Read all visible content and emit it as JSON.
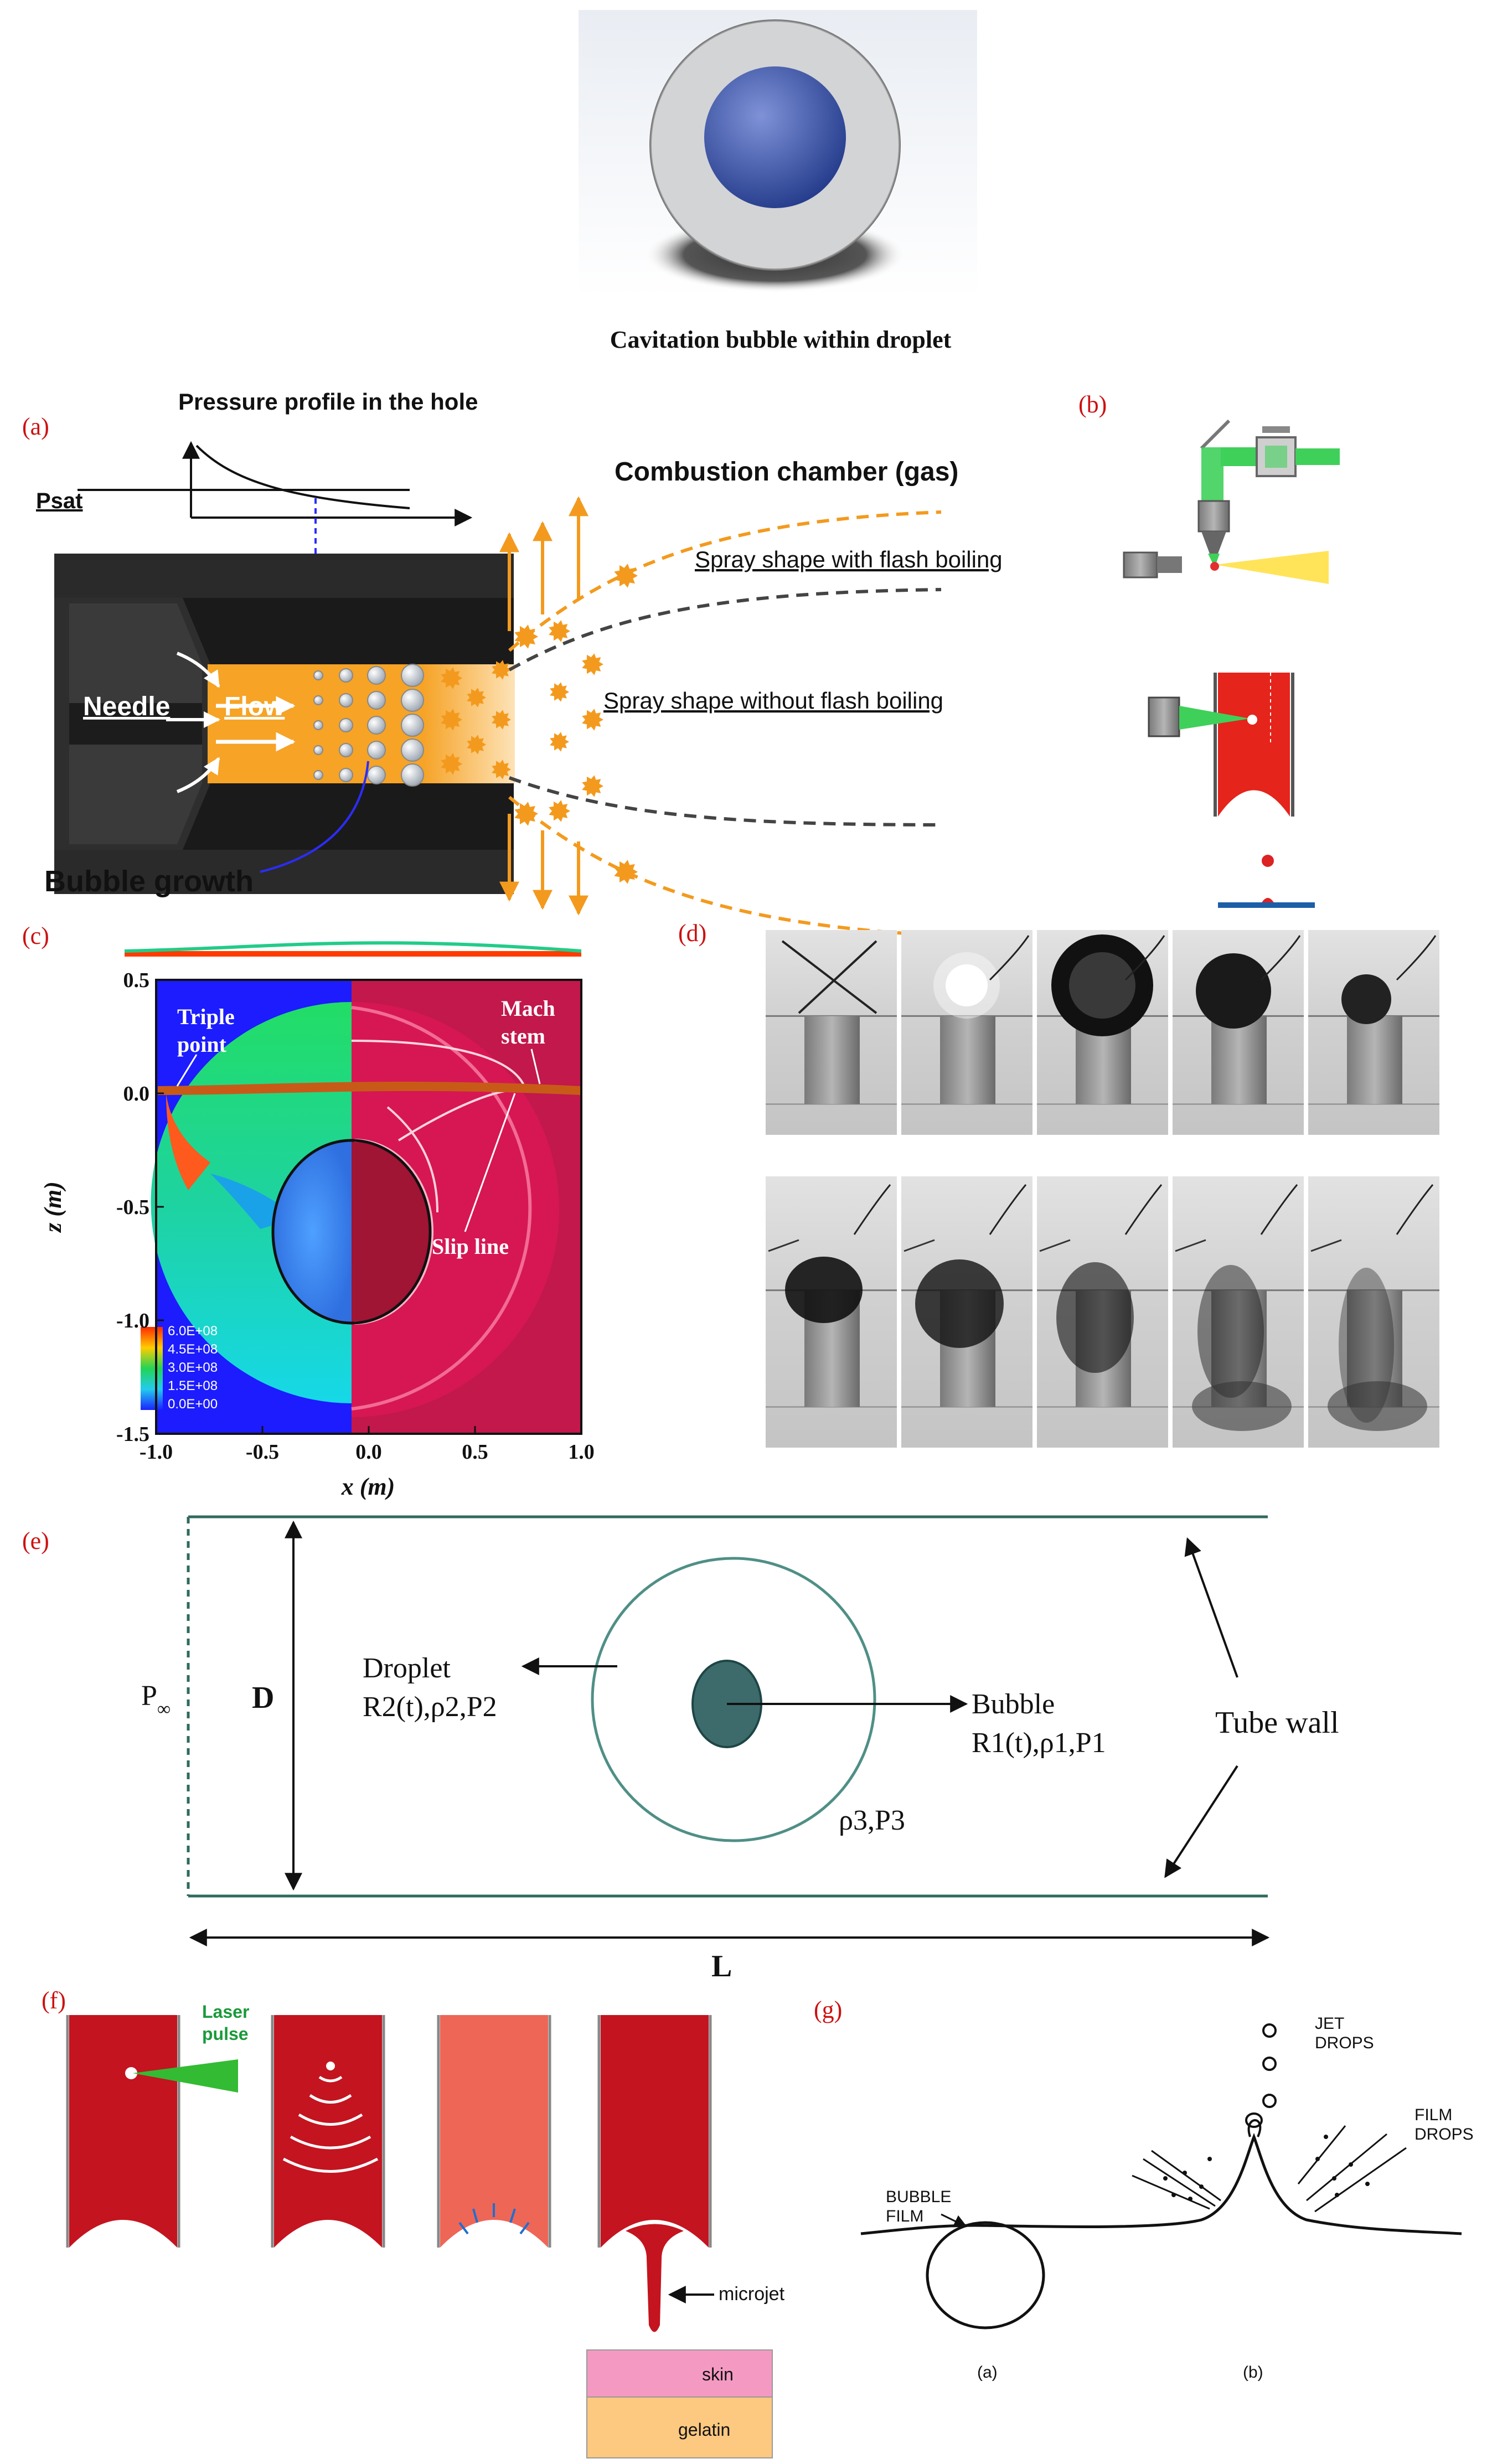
{
  "top": {
    "caption": "Cavitation bubble within droplet"
  },
  "panel_a": {
    "tag": "(a)",
    "pressure_title": "Pressure profile in the hole",
    "psat": "Psat",
    "chamber": "Combustion  chamber (gas)",
    "with_flash": "Spray shape with flash boiling",
    "without_flash": "Spray shape without flash boiling",
    "needle": "Needle",
    "flow": "Flow",
    "bubble_growth": "Bubble growth"
  },
  "panel_b": {
    "tag": "(b)"
  },
  "panel_c": {
    "tag": "(c)",
    "triple_point": [
      "Triple",
      "point"
    ],
    "mach_stem": [
      "Mach",
      "stem"
    ],
    "slip_line": "Slip line",
    "colorbar_labels": [
      "6.0E+08",
      "4.5E+08",
      "3.0E+08",
      "1.5E+08",
      "0.0E+00"
    ],
    "x_ticks": [
      "-1.0",
      "-0.5",
      "0.0",
      "0.5",
      "1.0"
    ],
    "y_ticks": [
      "0.5",
      "0.0",
      "-0.5",
      "-1.0",
      "-1.5"
    ],
    "xlabel": "x (m)",
    "ylabel": "z (m)"
  },
  "panel_d": {
    "tag": "(d)"
  },
  "panel_e": {
    "tag": "(e)",
    "p_inf": "P",
    "p_inf_sub": "∞",
    "D": "D",
    "L": "L",
    "droplet": "Droplet",
    "droplet_sym": "R2(t),ρ2,P2",
    "bubble": "Bubble",
    "bubble_sym": "R1(t),ρ1,P1",
    "tube_wall": "Tube wall",
    "medium_sym": "ρ3,P3"
  },
  "panel_f": {
    "tag": "(f)",
    "laser": [
      "Laser",
      "pulse"
    ],
    "microjet": "microjet",
    "skin": "skin",
    "gelatin": "gelatin"
  },
  "panel_g": {
    "tag": "(g)",
    "jet_drops": [
      "JET",
      "DROPS"
    ],
    "film_drops": [
      "FILM",
      "DROPS"
    ],
    "bubble_film": [
      "BUBBLE",
      "FILM"
    ],
    "sub_a": "(a)",
    "sub_b": "(b)"
  },
  "colors": {
    "tag_red": "#cc1111",
    "spray_orange": "#f39a1e",
    "blood_red": "#c4141f",
    "teal": "#3d6b6b"
  }
}
